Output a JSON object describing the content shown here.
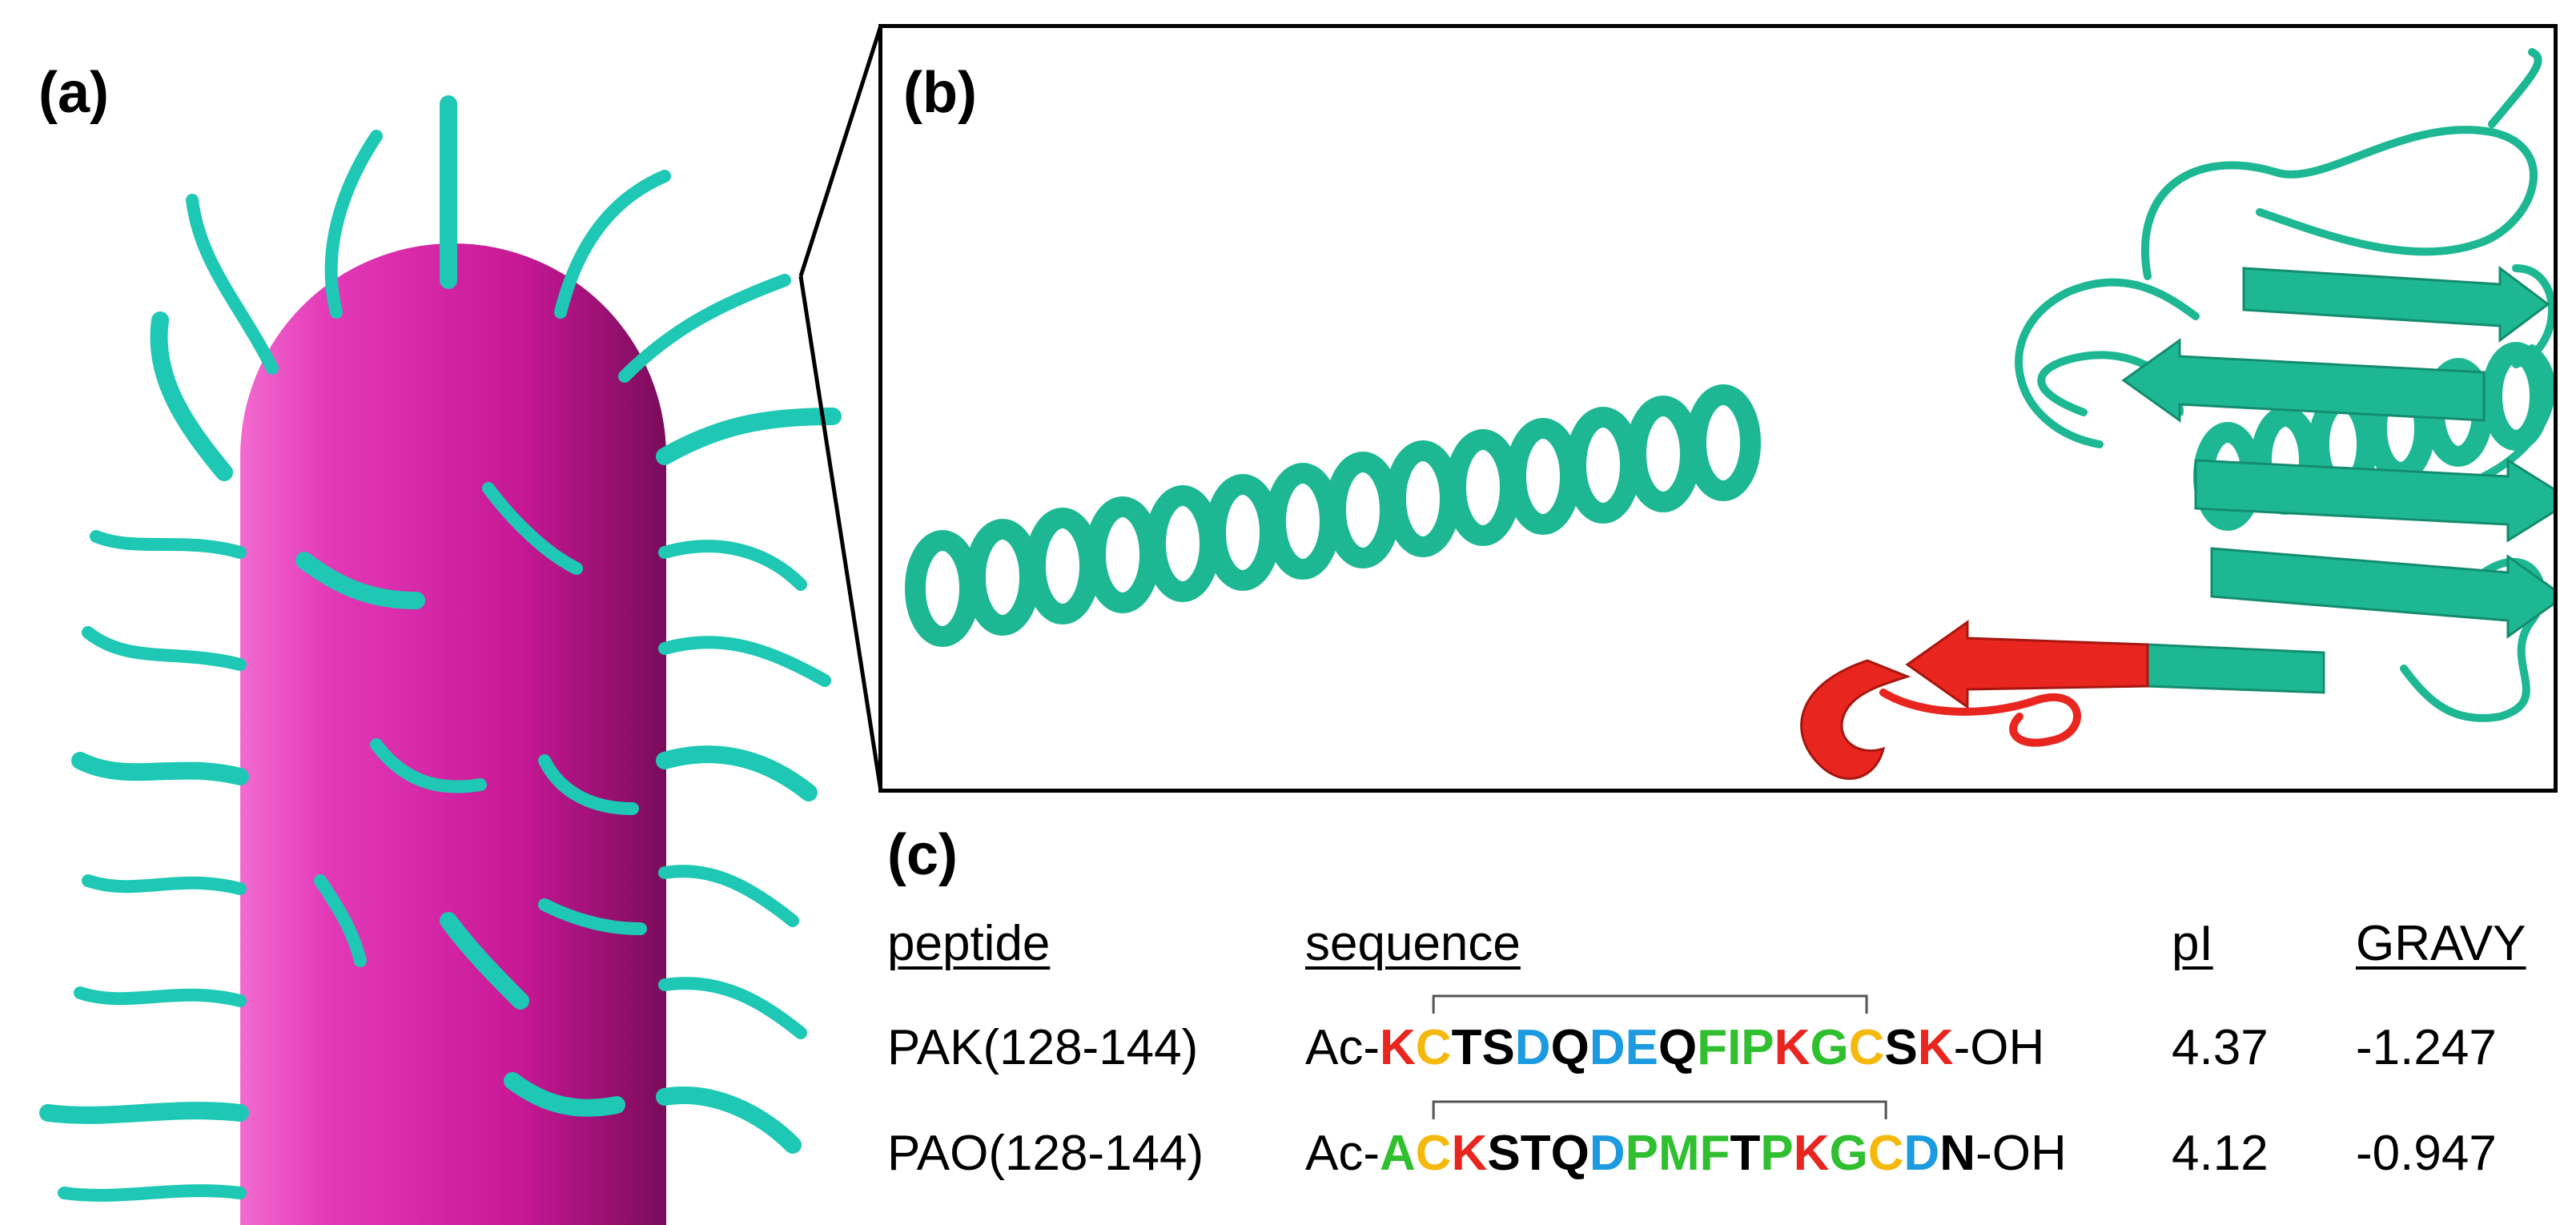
{
  "panels": {
    "a": "(a)",
    "b": "(b)",
    "c": "(c)"
  },
  "table": {
    "headers": {
      "peptide": "peptide",
      "sequence": "sequence",
      "pi": "pI",
      "gravy": "GRAVY"
    },
    "rows": [
      {
        "peptide": "PAK(128-144)",
        "prefix": "Ac-",
        "suffix": "-OH",
        "residues": [
          {
            "r": "K",
            "color": "#e8251f"
          },
          {
            "r": "C",
            "color": "#f5b80d"
          },
          {
            "r": "T",
            "color": "#000000"
          },
          {
            "r": "S",
            "color": "#000000"
          },
          {
            "r": "D",
            "color": "#1e9ae0"
          },
          {
            "r": "Q",
            "color": "#000000"
          },
          {
            "r": "D",
            "color": "#1e9ae0"
          },
          {
            "r": "E",
            "color": "#1e9ae0"
          },
          {
            "r": "Q",
            "color": "#000000"
          },
          {
            "r": "F",
            "color": "#2fbf2f"
          },
          {
            "r": "I",
            "color": "#2fbf2f"
          },
          {
            "r": "P",
            "color": "#2fbf2f"
          },
          {
            "r": "K",
            "color": "#e8251f"
          },
          {
            "r": "G",
            "color": "#2fbf2f"
          },
          {
            "r": "C",
            "color": "#f5b80d"
          },
          {
            "r": "S",
            "color": "#000000"
          },
          {
            "r": "K",
            "color": "#e8251f"
          }
        ],
        "pi": "4.37",
        "gravy": "-1.247"
      },
      {
        "peptide": "PAO(128-144)",
        "prefix": "Ac-",
        "suffix": "-OH",
        "residues": [
          {
            "r": "A",
            "color": "#2fbf2f"
          },
          {
            "r": "C",
            "color": "#f5b80d"
          },
          {
            "r": "K",
            "color": "#e8251f"
          },
          {
            "r": "S",
            "color": "#000000"
          },
          {
            "r": "T",
            "color": "#000000"
          },
          {
            "r": "Q",
            "color": "#000000"
          },
          {
            "r": "D",
            "color": "#1e9ae0"
          },
          {
            "r": "P",
            "color": "#2fbf2f"
          },
          {
            "r": "M",
            "color": "#2fbf2f"
          },
          {
            "r": "F",
            "color": "#2fbf2f"
          },
          {
            "r": "T",
            "color": "#000000"
          },
          {
            "r": "P",
            "color": "#2fbf2f"
          },
          {
            "r": "K",
            "color": "#e8251f"
          },
          {
            "r": "G",
            "color": "#2fbf2f"
          },
          {
            "r": "C",
            "color": "#f5b80d"
          },
          {
            "r": "D",
            "color": "#1e9ae0"
          },
          {
            "r": "N",
            "color": "#000000"
          }
        ],
        "pi": "4.12",
        "gravy": "-0.947"
      }
    ]
  },
  "colors": {
    "cell_body": "#d21a9e",
    "pili": "#1ec8b4",
    "protein": "#1db893",
    "peptide_region": "#e8251f"
  }
}
